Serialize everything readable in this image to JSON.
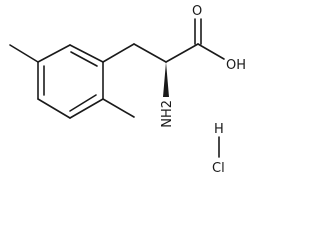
{
  "structure": {
    "atoms": {
      "oxygen_double": "O",
      "hydroxyl": "OH",
      "amine": "NH2",
      "hydrogen": "H",
      "chlorine": "Cl"
    }
  }
}
